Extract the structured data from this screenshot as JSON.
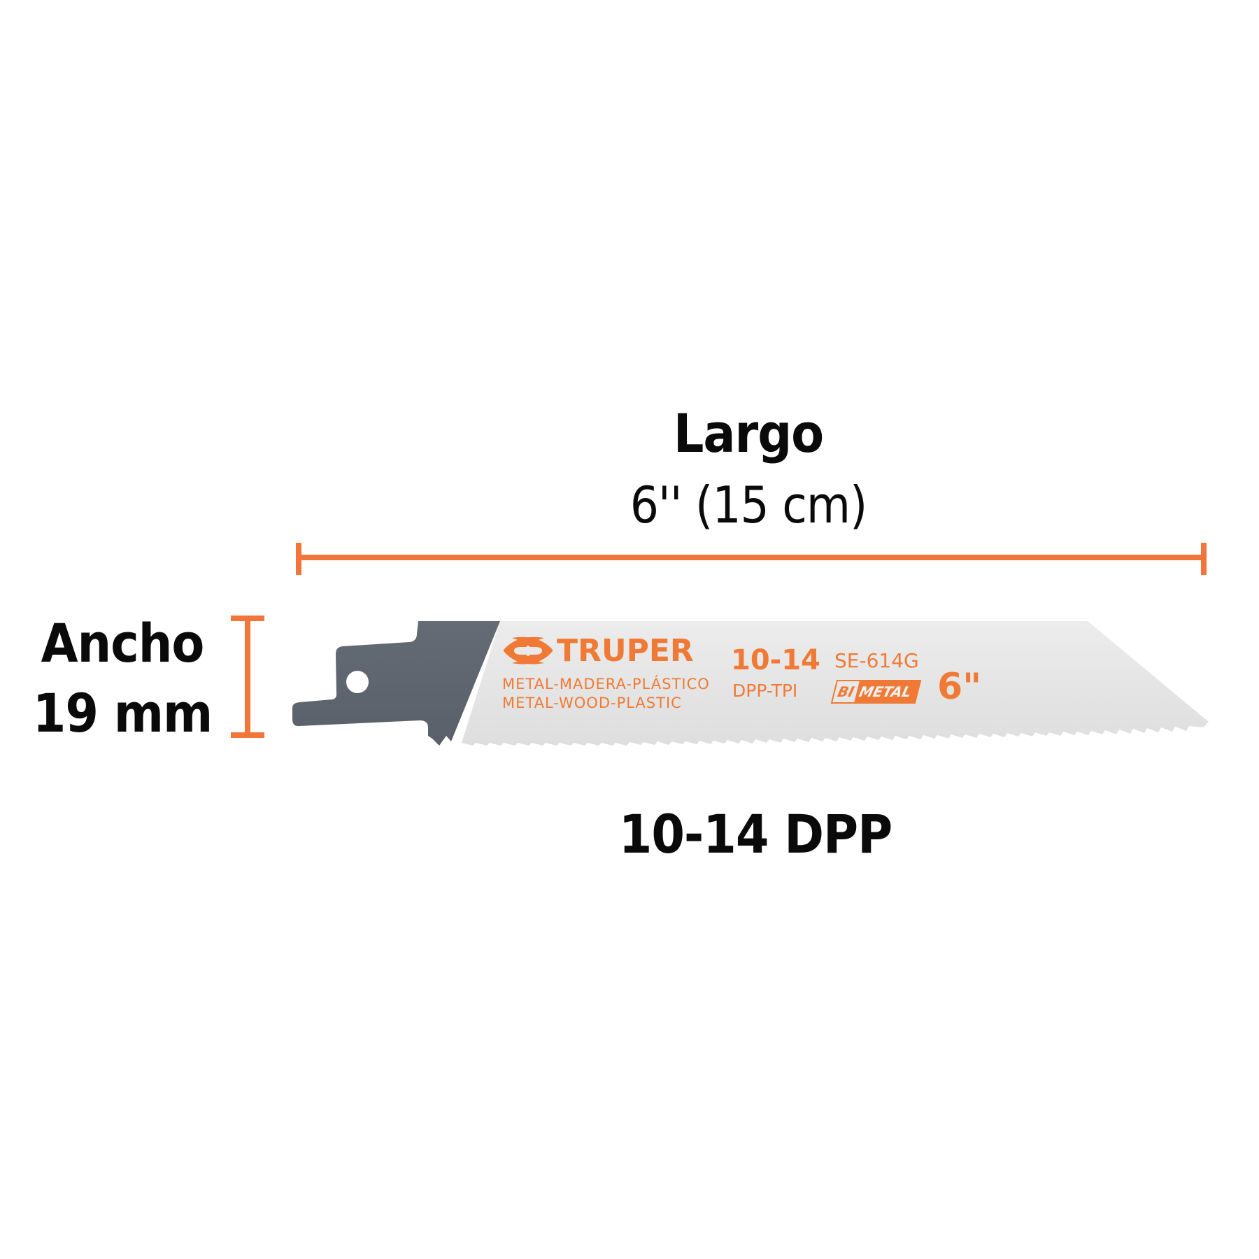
{
  "dimensions": {
    "length": {
      "title": "Largo",
      "value": "6'' (15 cm)"
    },
    "width": {
      "title": "Ancho",
      "value": "19 mm"
    },
    "teeth": {
      "label": "10-14 DPP"
    }
  },
  "blade": {
    "brand": "TRUPER",
    "materials_es": "METAL-MADERA-PLÁSTICO",
    "materials_en": "METAL-WOOD-PLASTIC",
    "tpi_value": "10-14",
    "tpi_unit": "DPP-TPI",
    "model": "SE-614G",
    "bimetal_bi": "BI",
    "bimetal_metal": "METAL",
    "size": "6\""
  },
  "colors": {
    "accent_orange": "#f2753a",
    "blade_print_orange": "#f07a35",
    "tang_gray": "#5f6670",
    "blade_silver": "#e6e6e6",
    "text_black": "#0a0a0a"
  },
  "icons": [
    "truper-logo-icon",
    "dimension-bracket-horizontal",
    "dimension-bracket-vertical"
  ]
}
